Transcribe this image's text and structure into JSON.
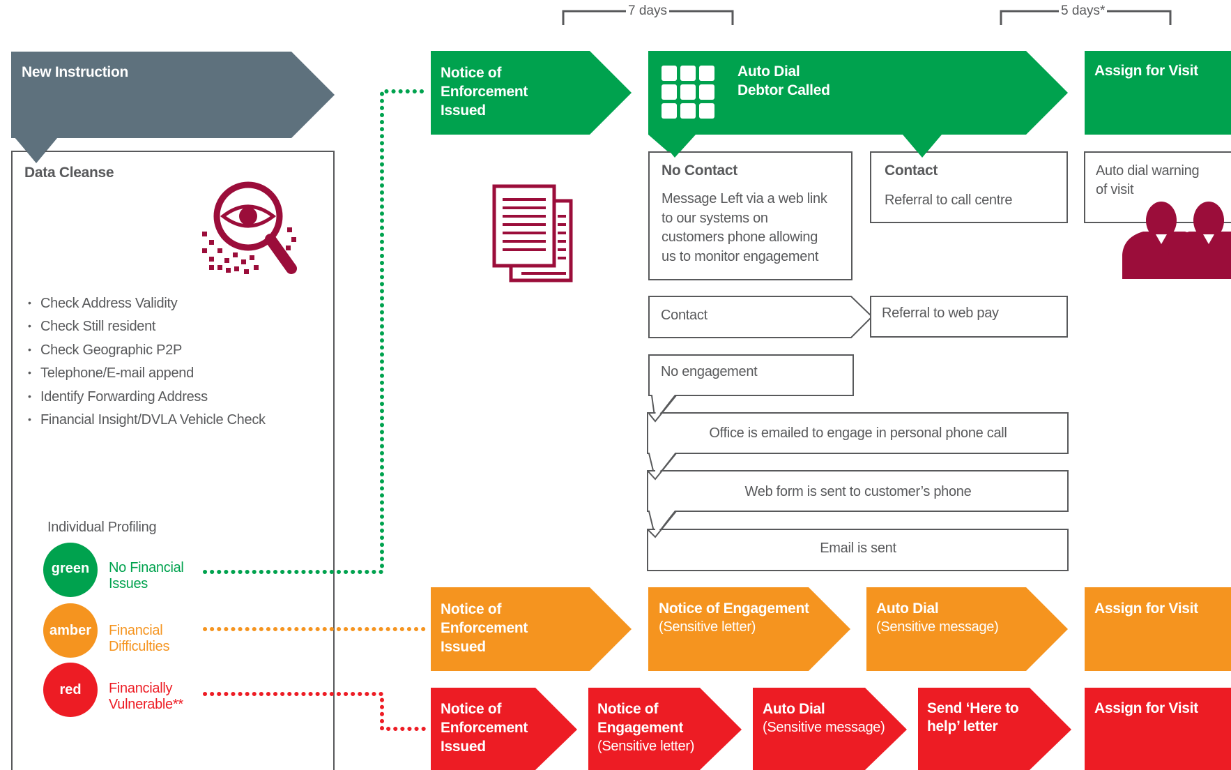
{
  "timeline": {
    "first_gap": "7 days",
    "second_gap": "5 days*"
  },
  "new_instruction": {
    "title": "New Instruction"
  },
  "data_cleanse": {
    "title": "Data Cleanse",
    "checks": [
      "Check Address Validity",
      "Check Still resident",
      "Check Geographic P2P",
      "Telephone/E-mail append",
      "Identify Forwarding Address",
      "Financial Insight/DVLA Vehicle Check"
    ]
  },
  "profiling": {
    "title": "Individual Profiling",
    "levels": [
      {
        "badge": "green",
        "text_line1": "No Financial",
        "text_line2": "Issues",
        "color": "#00a24e"
      },
      {
        "badge": "amber",
        "text_line1": "Financial",
        "text_line2": "Difficulties",
        "color": "#f5941f"
      },
      {
        "badge": "red",
        "text_line1": "Financially",
        "text_line2": "Vulnerable**",
        "color": "#ed1c24"
      }
    ]
  },
  "green_path": {
    "notice": {
      "line1": "Notice of",
      "line2": "Enforcement",
      "line3": "Issued"
    },
    "auto_dial": {
      "line1": "Auto Dial",
      "line2": "Debtor Called"
    },
    "assign": {
      "title": "Assign for Visit"
    },
    "no_contact": {
      "title": "No Contact",
      "lines": [
        "Message Left via a web link",
        "to our systems on",
        "customers phone allowing",
        "us to monitor engagement"
      ]
    },
    "contact": {
      "title": "Contact",
      "text": "Referral to call centre"
    },
    "assign_box": {
      "line1": "Auto dial warning",
      "line2": "of visit"
    },
    "contact_arrow": "Contact",
    "web_pay": "Referral to web pay",
    "no_engagement": "No engagement",
    "office_email": "Office is emailed to engage in personal phone call",
    "web_form": "Web form is sent to customer’s phone",
    "email_sent": "Email is sent"
  },
  "amber_path": {
    "notice": {
      "line1": "Notice of",
      "line2": "Enforcement",
      "line3": "Issued"
    },
    "engagement": {
      "line1": "Notice of Engagement",
      "line2": "(Sensitive letter)"
    },
    "auto_dial": {
      "line1": "Auto Dial",
      "line2": "(Sensitive message)"
    },
    "assign": {
      "title": "Assign for Visit"
    }
  },
  "red_path": {
    "notice": {
      "line1": "Notice of",
      "line2": "Enforcement",
      "line3": "Issued"
    },
    "engagement": {
      "line1": "Notice of",
      "line2": "Engagement",
      "line3": "(Sensitive letter)"
    },
    "auto_dial": {
      "line1": "Auto Dial",
      "line2": "(Sensitive message)"
    },
    "help_letter": {
      "line1": "Send ‘Here to",
      "line2": "help’ letter"
    },
    "assign": {
      "title": "Assign for Visit"
    }
  },
  "colors": {
    "slate": "#5e717d",
    "green": "#00a24e",
    "amber": "#f5941f",
    "red": "#ed1c24",
    "maroon": "#9b0d3a",
    "grey_text": "#58595b",
    "box_border": "#58595b"
  },
  "icons": [
    "keypad-icon",
    "magnifier-eye-icon",
    "documents-icon",
    "people-icon"
  ]
}
